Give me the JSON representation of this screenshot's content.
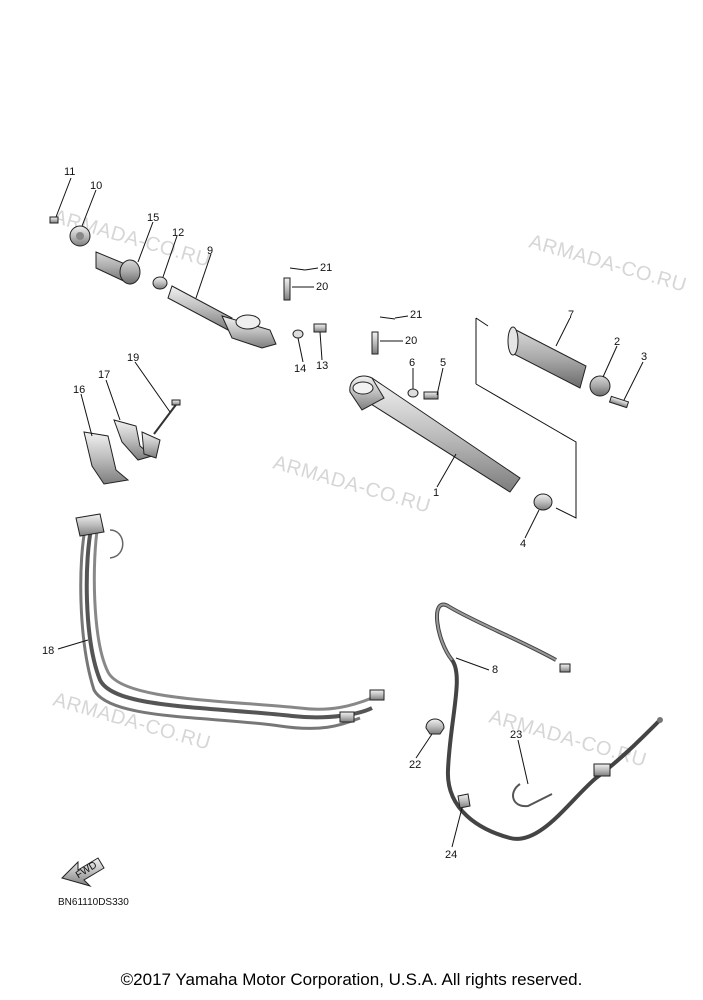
{
  "watermark": "ARMADA-CO.RU",
  "diagram_code": "BN61110DS330",
  "fwd_label": "FWD",
  "copyright": "©2017 Yamaha Motor Corporation, U.S.A. All rights reserved.",
  "callouts": {
    "c1": "1",
    "c2": "2",
    "c3": "3",
    "c4": "4",
    "c5": "5",
    "c6": "6",
    "c7": "7",
    "c8": "8",
    "c9": "9",
    "c10": "10",
    "c11": "11",
    "c12": "12",
    "c13": "13",
    "c14": "14",
    "c15": "15",
    "c16": "16",
    "c17": "17",
    "c18": "18",
    "c19": "19",
    "c20a": "20",
    "c20b": "20",
    "c21a": "21",
    "c21b": "21",
    "c22": "22",
    "c23": "23",
    "c24": "24"
  },
  "colors": {
    "part_fill": "#cfcfcf",
    "part_dark": "#9a9a9a",
    "line": "#111111",
    "watermark": "#d6d6d6"
  }
}
